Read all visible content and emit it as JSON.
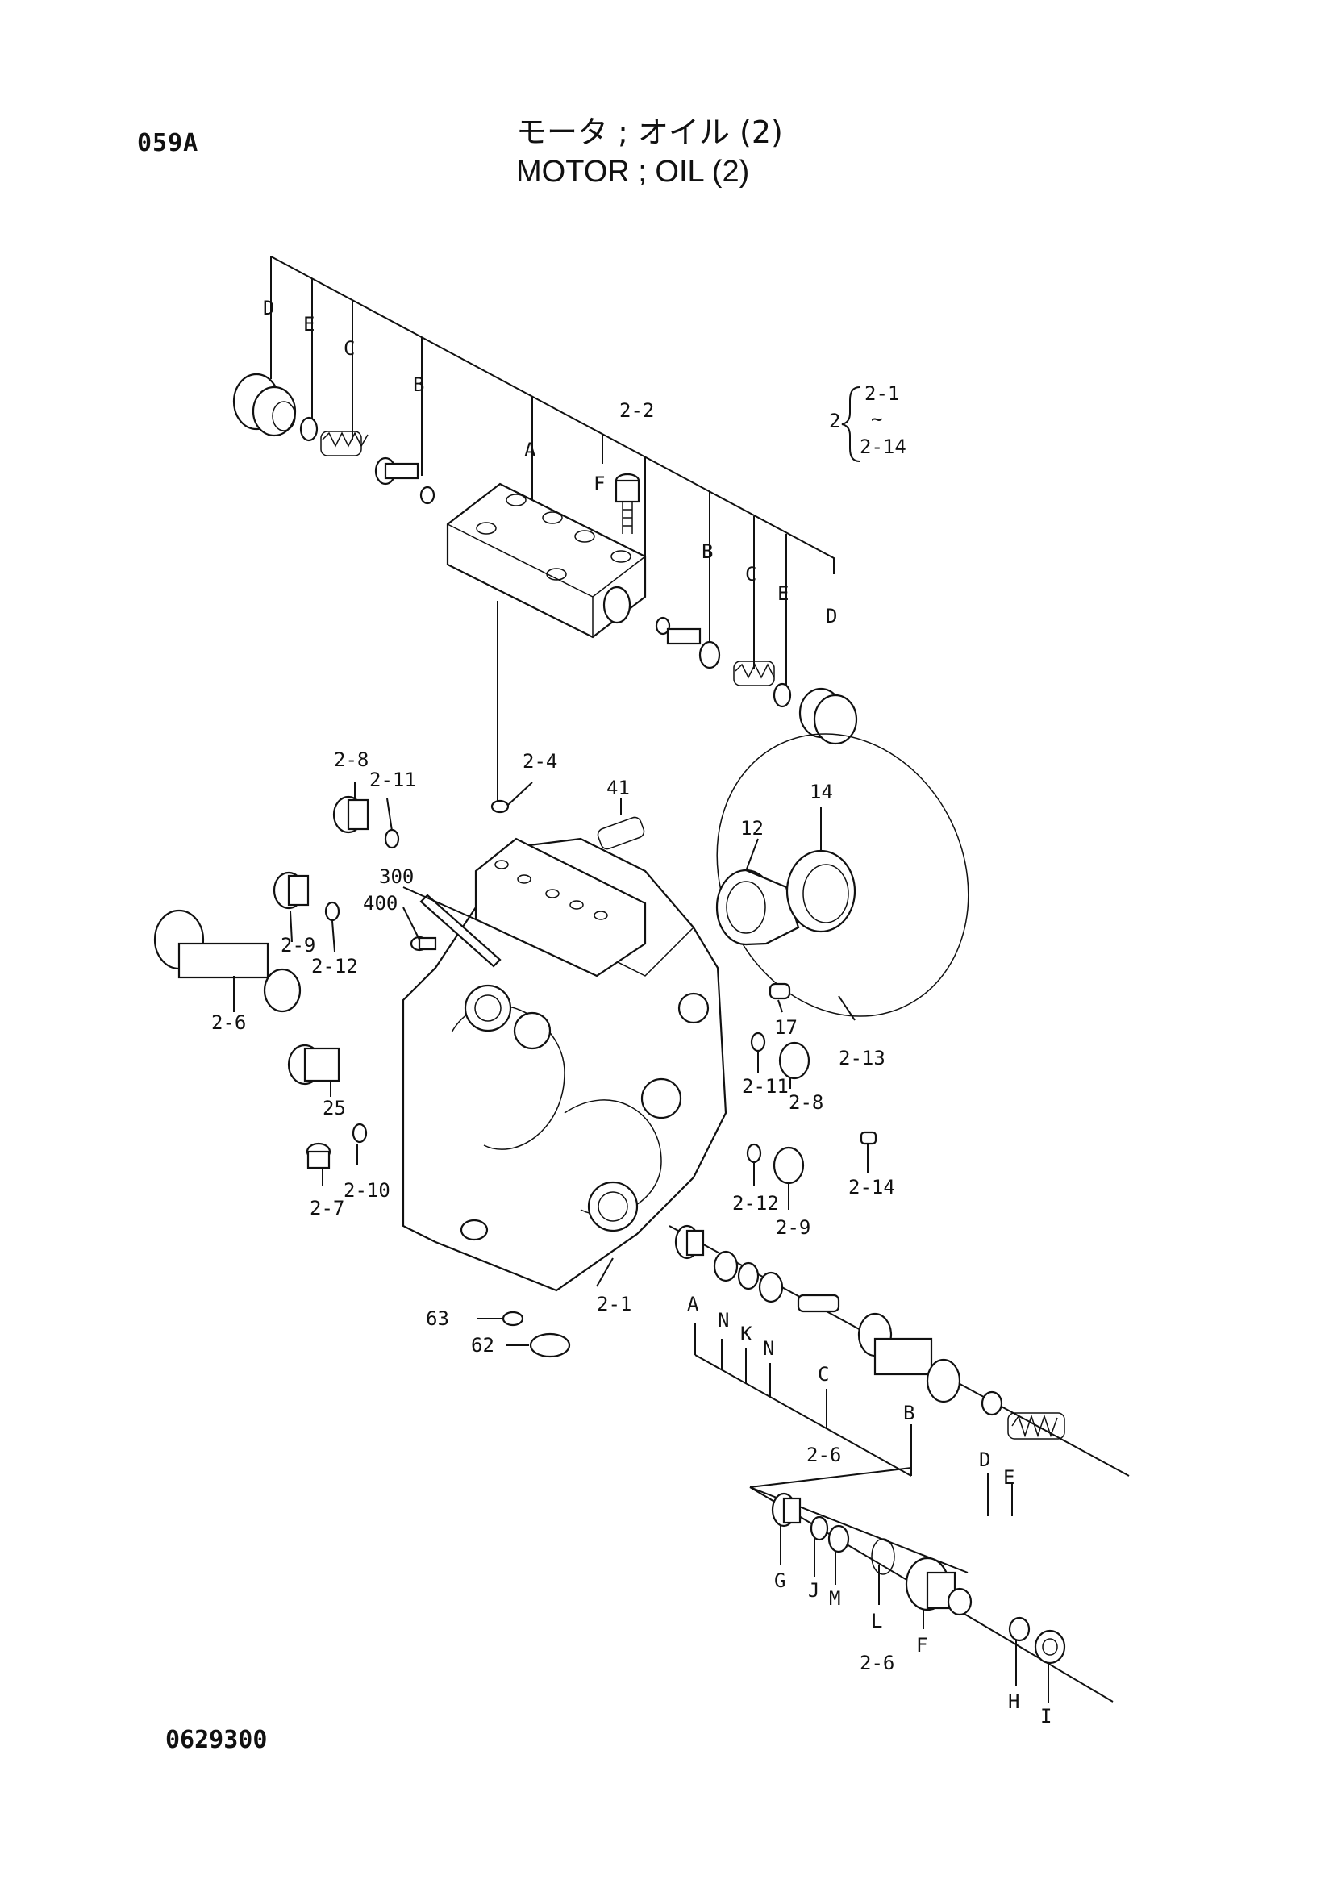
{
  "page_id": "059A",
  "title_jp": "モータ ; オイル (2)",
  "title_en": "MOTOR ; OIL (2)",
  "drawing_number": "0629300",
  "range_note": {
    "group": "2",
    "from": "2-1",
    "tilde": "~",
    "to": "2-14"
  },
  "labels": {
    "top_D1": "D",
    "top_E1": "E",
    "top_C1": "C",
    "top_B1": "B",
    "top_A": "A",
    "top_22": "2-2",
    "top_F": "F",
    "top_B2": "B",
    "top_C2": "C",
    "top_E2": "E",
    "top_D2": "D",
    "l_28a": "2-8",
    "l_211a": "2-11",
    "l_24": "2-4",
    "l_41": "41",
    "l_12": "12",
    "l_14": "14",
    "l_300": "300",
    "l_400": "400",
    "l_29a": "2-9",
    "l_212a": "2-12",
    "l_26a": "2-6",
    "l_25": "25",
    "l_17": "17",
    "l_213": "2-13",
    "l_211b": "2-11",
    "l_28b": "2-8",
    "l_214": "2-14",
    "l_210": "2-10",
    "l_27": "2-7",
    "l_212b": "2-12",
    "l_29b": "2-9",
    "l_63": "63",
    "l_62": "62",
    "l_21": "2-1",
    "v_A": "A",
    "v_N1": "N",
    "v_K": "K",
    "v_N2": "N",
    "v_C": "C",
    "v_B": "B",
    "v_D": "D",
    "v_E": "E",
    "l_26b": "2-6",
    "s_G": "G",
    "s_J": "J",
    "s_M": "M",
    "s_L": "L",
    "s_F": "F",
    "s_H": "H",
    "s_I": "I",
    "l_26c": "2-6"
  }
}
